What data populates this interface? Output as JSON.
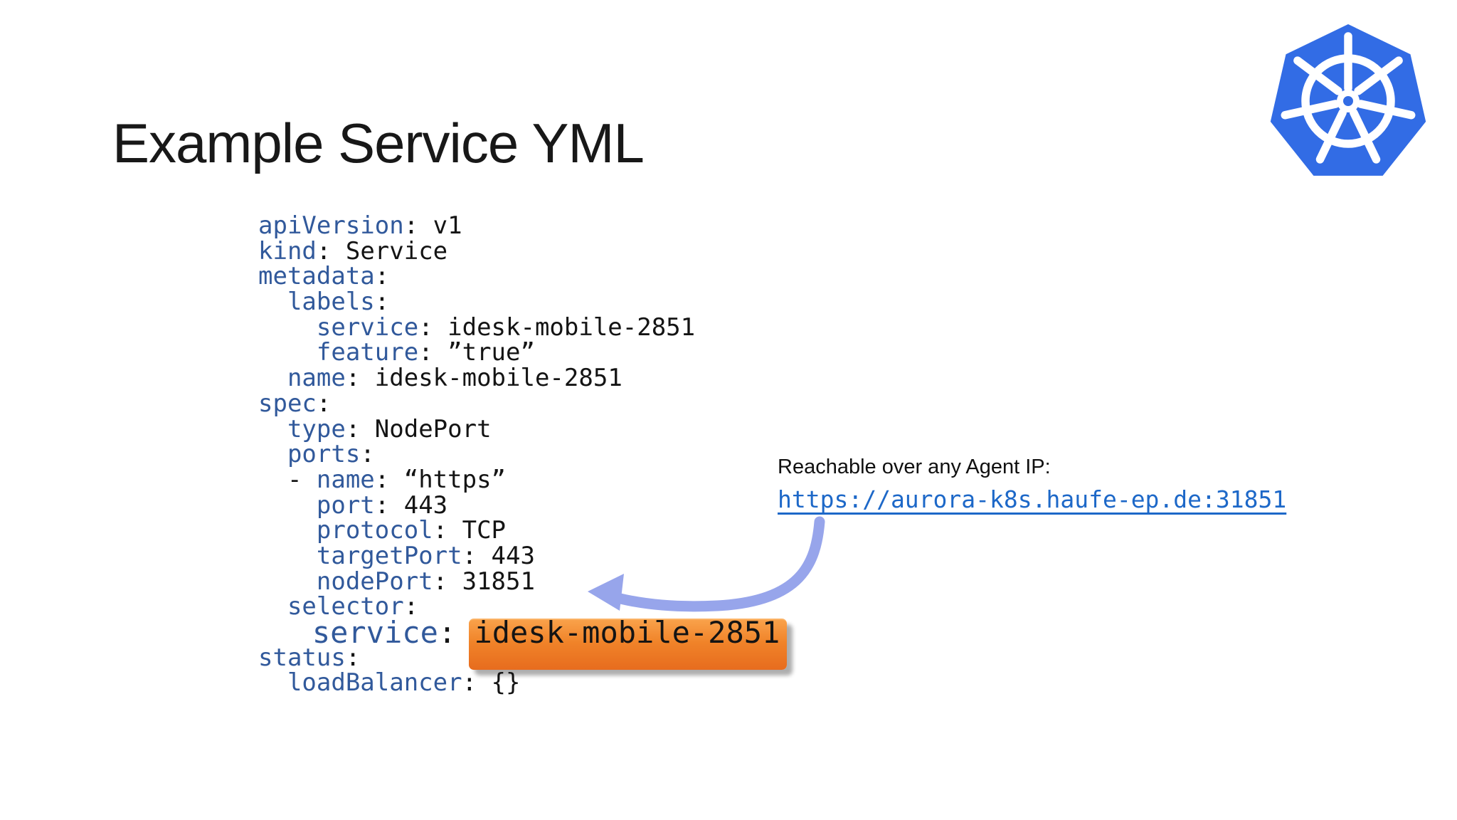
{
  "slide": {
    "title": "Example Service YML"
  },
  "logo": {
    "name": "kubernetes-logo"
  },
  "yaml": {
    "lines": [
      {
        "tokens": [
          {
            "t": "key",
            "x": "apiVersion"
          },
          {
            "t": "pun",
            "x": ": "
          },
          {
            "t": "val",
            "x": "v1"
          }
        ]
      },
      {
        "tokens": [
          {
            "t": "key",
            "x": "kind"
          },
          {
            "t": "pun",
            "x": ": "
          },
          {
            "t": "val",
            "x": "Service"
          }
        ]
      },
      {
        "tokens": [
          {
            "t": "key",
            "x": "metadata"
          },
          {
            "t": "pun",
            "x": ":"
          }
        ]
      },
      {
        "tokens": [
          {
            "t": "pun",
            "x": "  "
          },
          {
            "t": "key",
            "x": "labels"
          },
          {
            "t": "pun",
            "x": ":"
          }
        ]
      },
      {
        "tokens": [
          {
            "t": "pun",
            "x": "    "
          },
          {
            "t": "key",
            "x": "service"
          },
          {
            "t": "pun",
            "x": ": "
          },
          {
            "t": "val",
            "x": "idesk-mobile-2851"
          }
        ]
      },
      {
        "tokens": [
          {
            "t": "pun",
            "x": "    "
          },
          {
            "t": "key",
            "x": "feature"
          },
          {
            "t": "pun",
            "x": ": "
          },
          {
            "t": "val",
            "x": "”true”"
          }
        ]
      },
      {
        "tokens": [
          {
            "t": "pun",
            "x": "  "
          },
          {
            "t": "key",
            "x": "name"
          },
          {
            "t": "pun",
            "x": ": "
          },
          {
            "t": "val",
            "x": "idesk-mobile-2851"
          }
        ]
      },
      {
        "tokens": [
          {
            "t": "key",
            "x": "spec"
          },
          {
            "t": "pun",
            "x": ":"
          }
        ]
      },
      {
        "tokens": [
          {
            "t": "pun",
            "x": "  "
          },
          {
            "t": "key",
            "x": "type"
          },
          {
            "t": "pun",
            "x": ": "
          },
          {
            "t": "val",
            "x": "NodePort"
          }
        ]
      },
      {
        "tokens": [
          {
            "t": "pun",
            "x": "  "
          },
          {
            "t": "key",
            "x": "ports"
          },
          {
            "t": "pun",
            "x": ":"
          }
        ]
      },
      {
        "tokens": [
          {
            "t": "pun",
            "x": "  - "
          },
          {
            "t": "key",
            "x": "name"
          },
          {
            "t": "pun",
            "x": ": "
          },
          {
            "t": "val",
            "x": "“https”"
          }
        ]
      },
      {
        "tokens": [
          {
            "t": "pun",
            "x": "    "
          },
          {
            "t": "key",
            "x": "port"
          },
          {
            "t": "pun",
            "x": ": "
          },
          {
            "t": "val",
            "x": "443"
          }
        ]
      },
      {
        "tokens": [
          {
            "t": "pun",
            "x": "    "
          },
          {
            "t": "key",
            "x": "protocol"
          },
          {
            "t": "pun",
            "x": ": "
          },
          {
            "t": "val",
            "x": "TCP"
          }
        ]
      },
      {
        "tokens": [
          {
            "t": "pun",
            "x": "    "
          },
          {
            "t": "key",
            "x": "targetPort"
          },
          {
            "t": "pun",
            "x": ": "
          },
          {
            "t": "val",
            "x": "443"
          }
        ]
      },
      {
        "tokens": [
          {
            "t": "pun",
            "x": "    "
          },
          {
            "t": "key",
            "x": "nodePort"
          },
          {
            "t": "pun",
            "x": ": "
          },
          {
            "t": "val",
            "x": "31851"
          }
        ]
      },
      {
        "tokens": [
          {
            "t": "pun",
            "x": "  "
          },
          {
            "t": "key",
            "x": "selector"
          },
          {
            "t": "pun",
            "x": ":"
          }
        ]
      },
      {
        "em": true,
        "highlighted": true,
        "tokens": [
          {
            "t": "pun",
            "x": "   "
          },
          {
            "t": "key",
            "x": "service"
          },
          {
            "t": "pun",
            "x": ": "
          },
          {
            "t": "val",
            "x": "idesk-mobile-2851"
          }
        ]
      },
      {
        "tokens": [
          {
            "t": "key",
            "x": "status"
          },
          {
            "t": "pun",
            "x": ":"
          }
        ]
      },
      {
        "tokens": [
          {
            "t": "pun",
            "x": "  "
          },
          {
            "t": "key",
            "x": "loadBalancer"
          },
          {
            "t": "pun",
            "x": ": "
          },
          {
            "t": "val",
            "x": "{}"
          }
        ]
      }
    ]
  },
  "annotation": {
    "label": "Reachable over any Agent IP:",
    "link": "https://aurora-k8s.haufe-ep.de:31851"
  },
  "colors": {
    "key": "#31599B",
    "ink": "#141414",
    "link": "#1D68C8",
    "arrow": "#97A5EB",
    "logo": "#326CE5",
    "hl_top": "#F9A14A",
    "hl_mid": "#F08329",
    "hl_bot": "#E76C1E"
  }
}
